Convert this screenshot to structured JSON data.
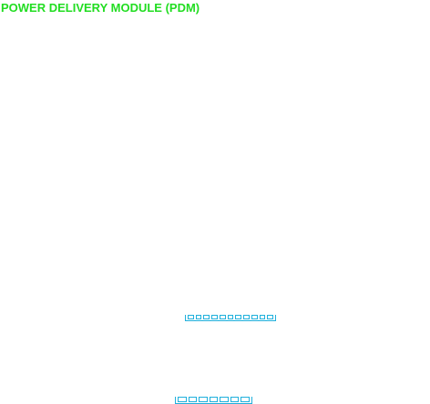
{
  "title": "POWER DELIVERY MODULE (PDM)",
  "colors": {
    "title": "#22dd22",
    "connector": "#1fb0dc",
    "background": "#ffffff"
  },
  "connectors": [
    {
      "name": "upper-connector",
      "pin_count": 11
    },
    {
      "name": "lower-connector",
      "pin_count": 7
    }
  ]
}
